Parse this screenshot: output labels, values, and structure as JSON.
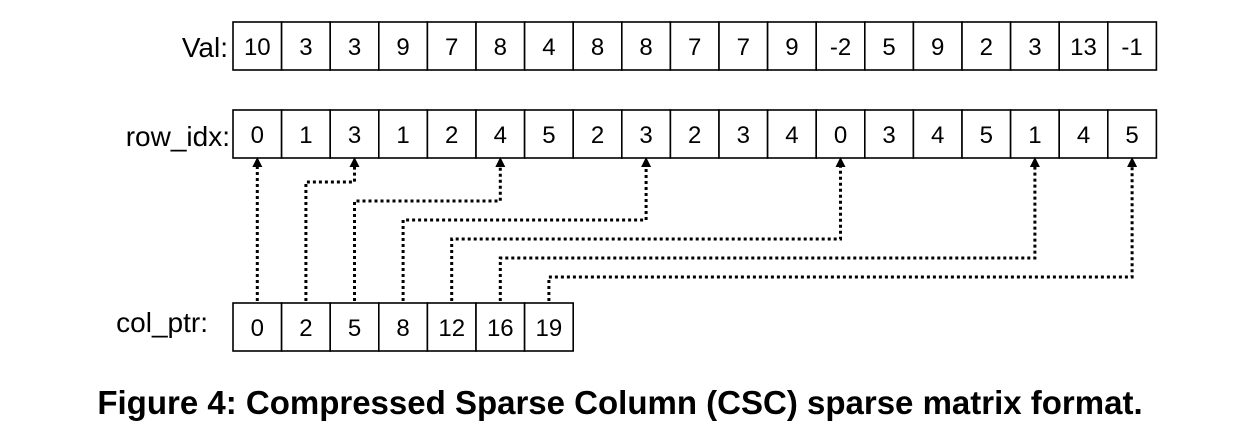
{
  "val": {
    "label": "Val:",
    "cells": [
      "10",
      "3",
      "3",
      "9",
      "7",
      "8",
      "4",
      "8",
      "8",
      "7",
      "7",
      "9",
      "-2",
      "5",
      "9",
      "2",
      "3",
      "13",
      "-1"
    ]
  },
  "row_idx": {
    "label": "row_idx:",
    "cells": [
      "0",
      "1",
      "3",
      "1",
      "2",
      "4",
      "5",
      "2",
      "3",
      "2",
      "3",
      "4",
      "0",
      "3",
      "4",
      "5",
      "1",
      "4",
      "5"
    ]
  },
  "col_ptr": {
    "label": "col_ptr:",
    "cells": [
      "0",
      "2",
      "5",
      "8",
      "12",
      "16",
      "19"
    ]
  },
  "caption": "Figure 4: Compressed Sparse Column (CSC) sparse matrix format."
}
